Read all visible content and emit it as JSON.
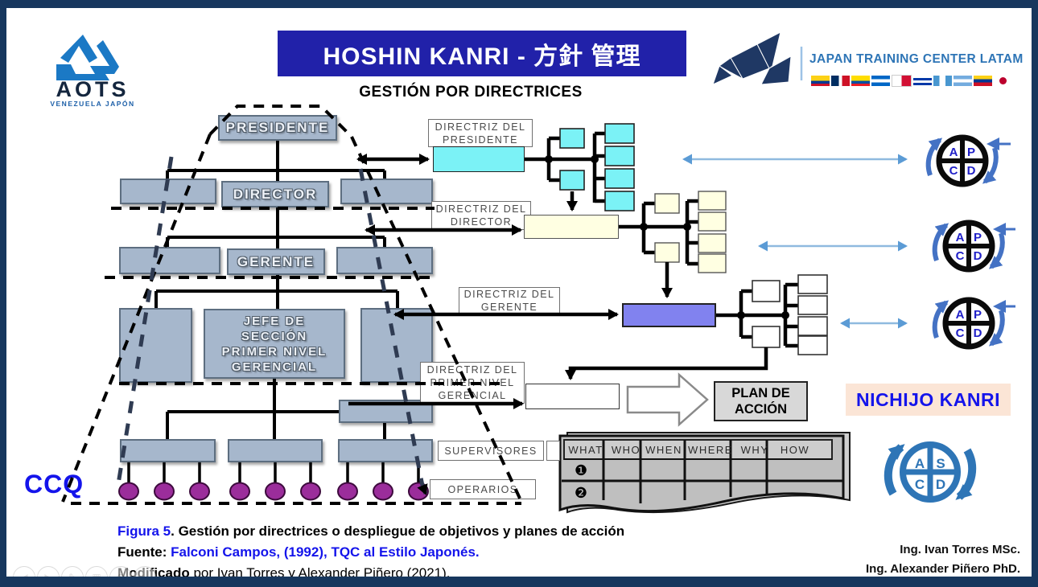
{
  "header": {
    "title": "HOSHIN KANRI   -   方針 管理",
    "subtitle": "GESTIÓN POR DIRECTRICES",
    "aots": {
      "name": "AOTS",
      "sub": "VENEZUELA JAPÓN"
    },
    "jtc": {
      "name": "JAPAN TRAINING CENTER LATAM",
      "flags": [
        "colombia",
        "dominican-republic",
        "ecuador",
        "nicaragua",
        "panama",
        "uruguay",
        "guatemala",
        "argentina",
        "venezuela",
        "japan"
      ]
    }
  },
  "pyramid": {
    "presidente": "PRESIDENTE",
    "director": "DIRECTOR",
    "gerente": "GERENTE",
    "jefe": "JEFE DE\nSECCIÓN\nPRIMER NIVEL\nGERENCIAL"
  },
  "directrices": [
    "DIRECTRIZ DEL\nPRESIDENTE",
    "DIRECTRIZ DEL\nDIRECTOR",
    "DIRECTRIZ DEL\nGERENTE",
    "DIRECTRIZ DEL\nPRIMER NIVEL\nGERENCIAL"
  ],
  "labels": {
    "supervisores": "SUPERVISORES",
    "operarios": "OPERARIOS",
    "ccq": "CCQ",
    "plan": "PLAN DE\nACCIÓN",
    "nichijo": "NICHIJO KANRI"
  },
  "table": {
    "headers": [
      "WHAT",
      "WHO",
      "WHEN",
      "WHERE",
      "WHY",
      "HOW"
    ],
    "rows": [
      "❶",
      "❷"
    ]
  },
  "cycles": {
    "pdca": [
      "A",
      "P",
      "C",
      "D"
    ],
    "sdca": [
      "A",
      "S",
      "C",
      "D"
    ]
  },
  "caption": {
    "figura_label": "Figura 5",
    "figura_text": ". Gestión por directrices o despliegue  de objetivos y planes de acción",
    "fuente_label": "Fuente:",
    "fuente_text": " Falconi Campos, (1992), TQC al Estilo Japonés.",
    "modificado_label": "Modificado",
    "modificado_text": " por Ivan Torres y Alexander Piñero (2021)."
  },
  "credits": [
    "Ing. Ivan Torres MSc.",
    "Ing. Alexander Piñero PhD."
  ],
  "colors": {
    "frame": "#17375E",
    "title_bar": "#2121A9",
    "org_box": "#A6B7CC",
    "cyan": "#7BF2F6",
    "cream": "#FFFFE2",
    "purple": "#8182EF",
    "nichijo_bg": "#FBE5D6",
    "blue_text": "#1414EB",
    "table_gray": "#BFBFBF",
    "ccq_circle": "#9B2D9B",
    "pdca_arrow": "#4472C4",
    "sdca_blue": "#2E75B6",
    "link_blue": "#8FBADF"
  }
}
